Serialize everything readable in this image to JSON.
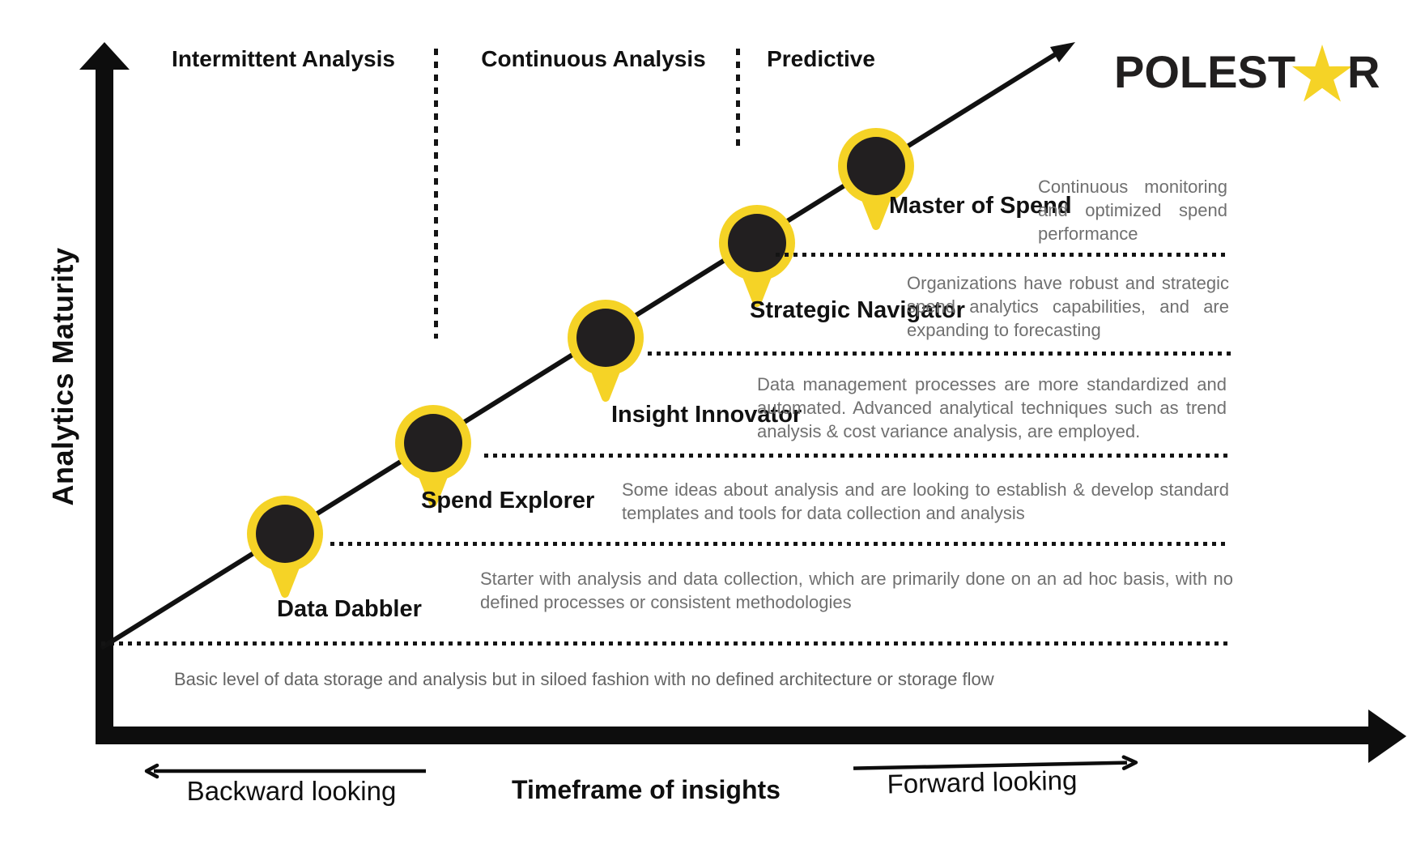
{
  "brand": {
    "name": "POLESTAR",
    "logo_prefix": "POLEST",
    "logo_suffix": "R",
    "logo_star_icon": "star-icon"
  },
  "axes": {
    "y_label": "Analytics Maturity",
    "x_label": "Timeframe of insights",
    "x_left_label": "Backward looking",
    "x_right_label": "Forward looking"
  },
  "columns": [
    {
      "label": "Intermittent Analysis"
    },
    {
      "label": "Continuous Analysis"
    },
    {
      "label": "Predictive"
    }
  ],
  "stages": [
    {
      "name": "Data Dabbler",
      "description": "Starter with analysis and data collection, which are primarily done on an ad hoc basis, with no defined processes or consistent methodologies"
    },
    {
      "name": "Spend Explorer",
      "description": "Some ideas about analysis and are looking to establish & develop standard templates and tools for data collection and analysis"
    },
    {
      "name": "Insight Innovator",
      "description": "Data management processes are more standardized and automated. Advanced analytical techniques such as trend analysis & cost variance analysis, are employed."
    },
    {
      "name": "Strategic Navigator",
      "description": "Organizations have robust and strategic spend analytics capabilities, and are expanding to forecasting"
    },
    {
      "name": "Master of Spend",
      "description": "Continuous monitoring and optimized spend performance"
    }
  ],
  "baseline_note": "Basic level of data storage and analysis but in siloed fashion with no defined architecture or storage flow",
  "colors": {
    "accent_yellow": "#F5D326",
    "pin_black": "#221F20",
    "text_black": "#111111",
    "description_gray": "#707070"
  }
}
